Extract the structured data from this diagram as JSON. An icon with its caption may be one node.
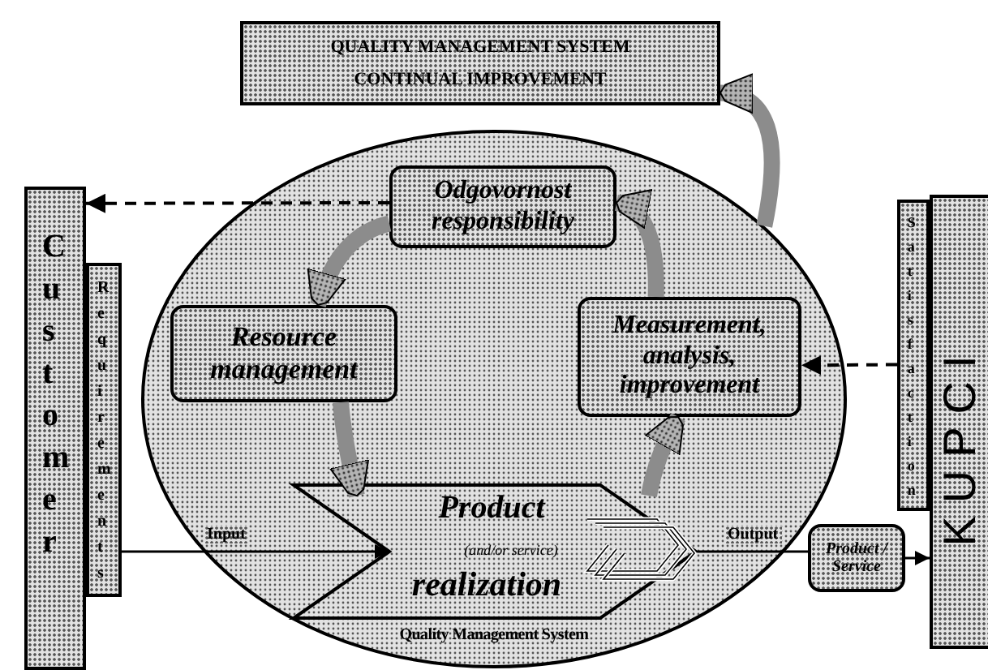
{
  "diagram": {
    "nodes": [
      {
        "text": [
          "QUALITY MANAGEMENT SYSTEM CONTINUAL IMPROVEMENT"
        ]
      },
      {
        "text": [
          "Customer"
        ]
      },
      {
        "text": [
          "Requirements"
        ]
      },
      {
        "text": [
          "Quality Management System"
        ]
      },
      {
        "text": [
          "Odgovornost responsibility"
        ],
        "in": 3
      },
      {
        "text": [
          "Resource management"
        ],
        "in": 3
      },
      {
        "text": [
          "Measurement, analysis, improvement"
        ],
        "in": 3
      },
      {
        "text": [
          "Product",
          "(and/or service)",
          "realization"
        ],
        "in": 3
      },
      {
        "text": [
          "Satisfaction"
        ]
      },
      {
        "text": [
          "KUPCI"
        ]
      },
      {
        "text": [
          "Product / Service"
        ]
      }
    ],
    "edges": [
      {
        "from": 4,
        "to": 1,
        "arrow": "to",
        "style": "dashed"
      },
      {
        "from": 4,
        "to": 5,
        "arrow": "to",
        "style": "thick",
        "color": "#8c8c8c"
      },
      {
        "from": 5,
        "to": 7,
        "arrow": "to",
        "style": "thick",
        "color": "#8c8c8c"
      },
      {
        "from": 7,
        "to": 6,
        "arrow": "to",
        "style": "thick",
        "color": "#8c8c8c"
      },
      {
        "from": 6,
        "to": 4,
        "arrow": "to",
        "style": "thick",
        "color": "#8c8c8c"
      },
      {
        "from": 3,
        "to": 0,
        "arrow": "to",
        "style": "thick",
        "color": "#8c8c8c"
      },
      {
        "from": 2,
        "to": 7,
        "arrow": "to",
        "label": "Input"
      },
      {
        "from": 7,
        "to": 10,
        "arrow": "none",
        "label": "Output"
      },
      {
        "from": 10,
        "to": 9,
        "arrow": "to"
      },
      {
        "from": 8,
        "to": 6,
        "arrow": "to",
        "style": "dashed"
      }
    ]
  }
}
